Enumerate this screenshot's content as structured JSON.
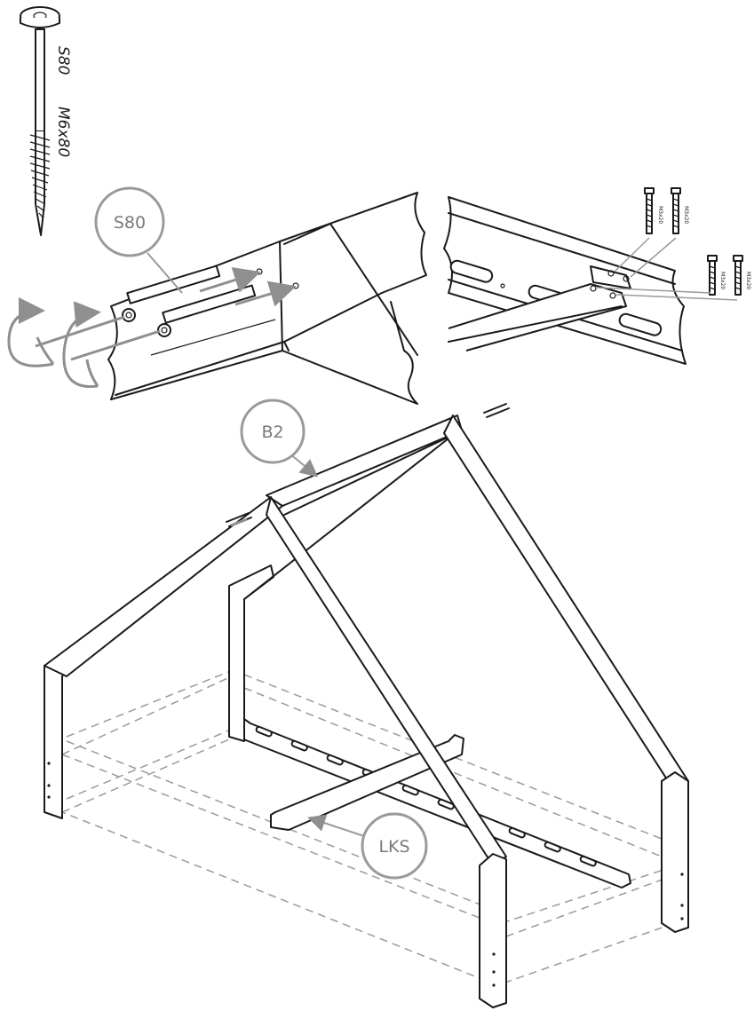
{
  "screw_labels": {
    "code": "S80",
    "size": "M6x80"
  },
  "callouts": {
    "s80": "S80",
    "b2": "B2",
    "lks": "LKS"
  },
  "bracket_screw_labels": [
    "M3x20",
    "M3x20",
    "M3x20",
    "M3x20"
  ],
  "colors": {
    "line": "#1a1a1a",
    "callout": "#9a9a9a",
    "arrow": "#8f8f8f"
  }
}
